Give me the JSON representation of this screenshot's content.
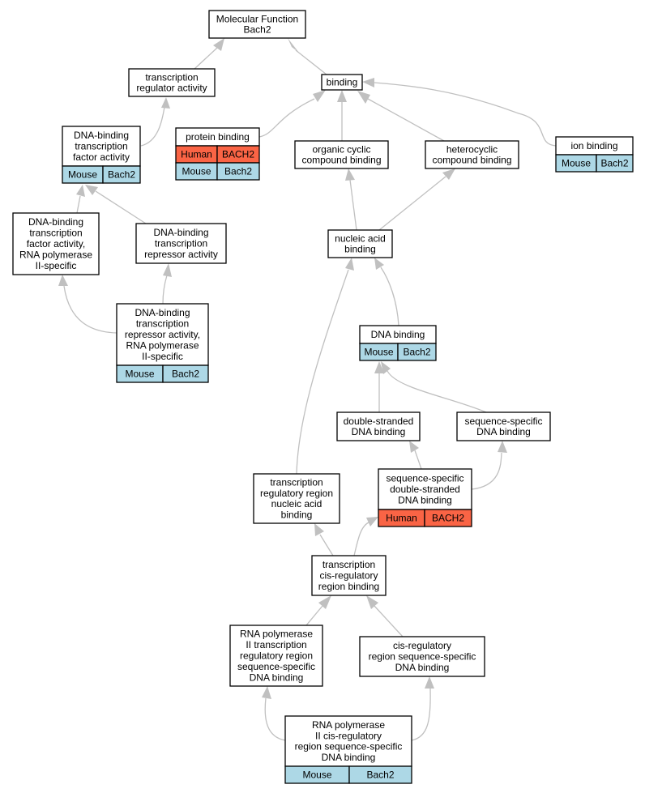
{
  "colors": {
    "mouse": "#add8e6",
    "human": "#fa6445",
    "edge": "#c0c0c0",
    "box_border": "#000000"
  },
  "nodes": {
    "root": {
      "lines": [
        "Molecular Function",
        "Bach2"
      ]
    },
    "tra": {
      "lines": [
        "transcription",
        "regulator activity"
      ]
    },
    "binding": {
      "lines": [
        "binding"
      ]
    },
    "dbtfa": {
      "lines": [
        "DNA-binding",
        "transcription",
        "factor activity"
      ],
      "species": "Mouse",
      "gene": "Bach2"
    },
    "protein_binding": {
      "lines": [
        "protein binding"
      ],
      "rows": [
        {
          "species": "Human",
          "gene": "BACH2"
        },
        {
          "species": "Mouse",
          "gene": "Bach2"
        }
      ]
    },
    "organic_cyclic": {
      "lines": [
        "organic cyclic",
        "compound binding"
      ]
    },
    "heterocyclic": {
      "lines": [
        "heterocyclic",
        "compound binding"
      ]
    },
    "ion_binding": {
      "lines": [
        "ion binding"
      ],
      "species": "Mouse",
      "gene": "Bach2"
    },
    "dbtfa_rnap": {
      "lines": [
        "DNA-binding",
        "transcription",
        "factor activity,",
        "RNA polymerase",
        "II-specific"
      ]
    },
    "dbtra": {
      "lines": [
        "DNA-binding",
        "transcription",
        "repressor activity"
      ]
    },
    "nucleic_acid": {
      "lines": [
        "nucleic acid",
        "binding"
      ]
    },
    "dbtra_rnap": {
      "lines": [
        "DNA-binding",
        "transcription",
        "repressor activity,",
        "RNA polymerase",
        "II-specific"
      ],
      "species": "Mouse",
      "gene": "Bach2"
    },
    "dna_binding": {
      "lines": [
        "DNA binding"
      ],
      "species": "Mouse",
      "gene": "Bach2"
    },
    "ds_dna": {
      "lines": [
        "double-stranded",
        "DNA binding"
      ]
    },
    "ss_dna": {
      "lines": [
        "sequence-specific",
        "DNA binding"
      ]
    },
    "tr_region": {
      "lines": [
        "transcription",
        "regulatory region",
        "nucleic acid",
        "binding"
      ]
    },
    "ss_ds_dna": {
      "lines": [
        "sequence-specific",
        "double-stranded",
        "DNA binding"
      ],
      "species": "Human",
      "gene": "BACH2"
    },
    "tcrb": {
      "lines": [
        "transcription",
        "cis-regulatory",
        "region binding"
      ]
    },
    "rnap_tr": {
      "lines": [
        "RNA polymerase",
        "II transcription",
        "regulatory region",
        "sequence-specific",
        "DNA binding"
      ]
    },
    "cis_reg": {
      "lines": [
        "cis-regulatory",
        "region sequence-specific",
        "DNA binding"
      ]
    },
    "rnap_cis": {
      "lines": [
        "RNA polymerase",
        "II cis-regulatory",
        "region sequence-specific",
        "DNA binding"
      ],
      "species": "Mouse",
      "gene": "Bach2"
    }
  }
}
